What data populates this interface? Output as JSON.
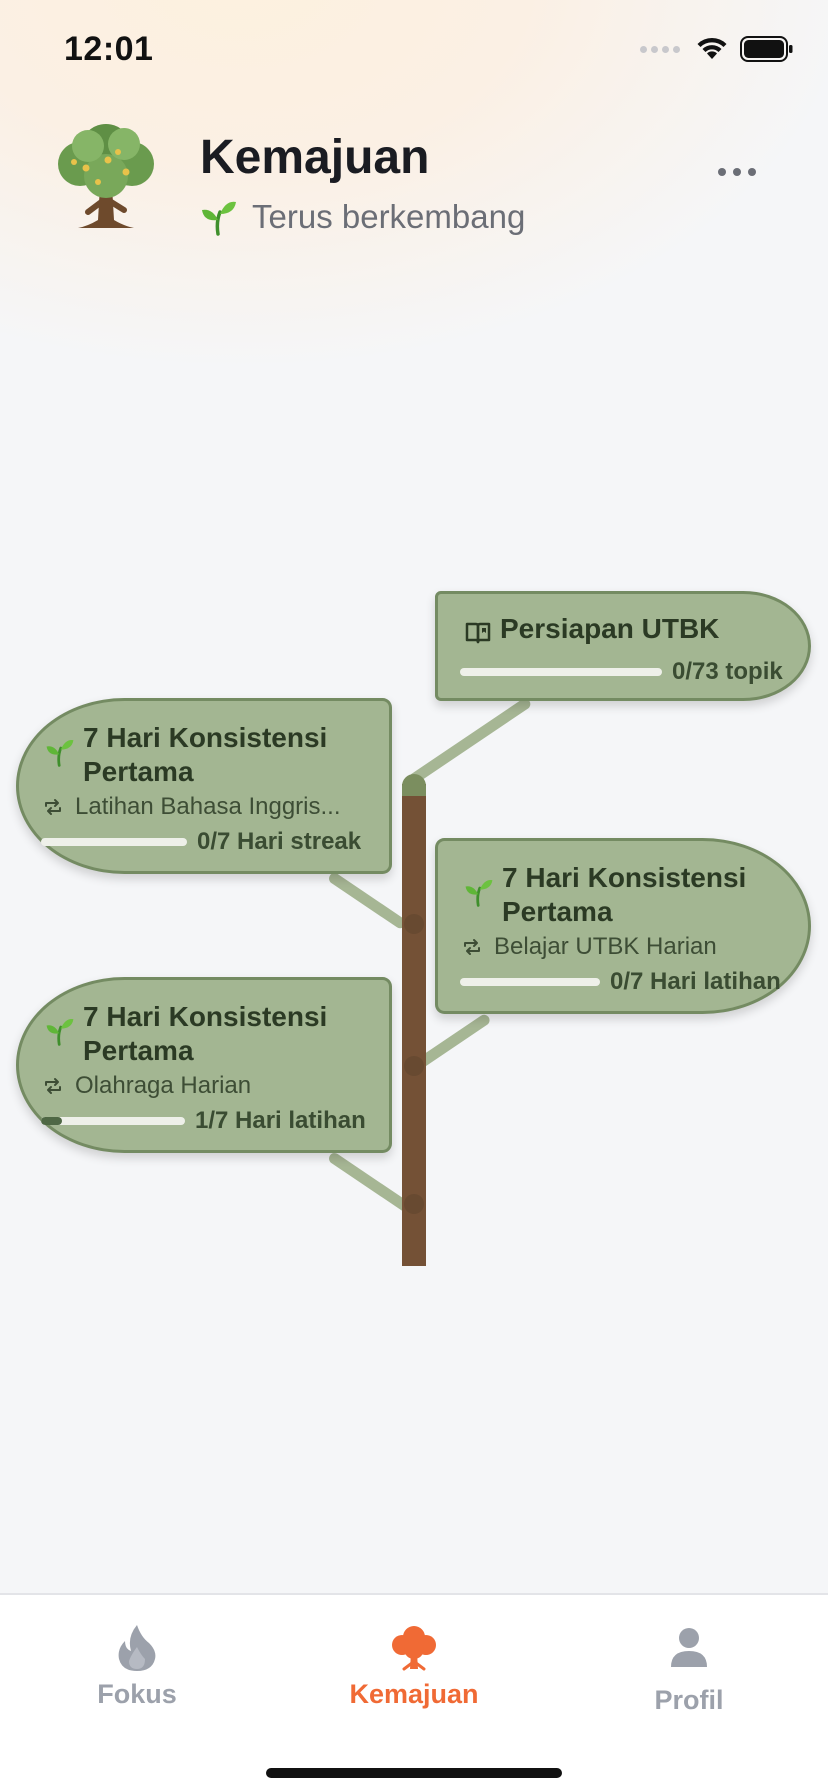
{
  "status_bar": {
    "time": "12:01"
  },
  "header": {
    "title": "Kemajuan",
    "subtitle": "Terus berkembang",
    "avatar_icon": "tree-icon",
    "menu_icon": "more-horizontal-icon"
  },
  "leaves": [
    {
      "icon": "book-icon",
      "title": "Persiapan UTBK",
      "progress_text": "0/73 topik",
      "progress": 0.0
    },
    {
      "icon": "sprout-icon",
      "title": "7 Hari Konsistensi Pertama",
      "subtitle": "Latihan Bahasa Inggris...",
      "sub_icon": "repeat-icon",
      "progress_text": "0/7 Hari streak",
      "progress": 0.0
    },
    {
      "icon": "sprout-icon",
      "title": "7 Hari Konsistensi Pertama",
      "subtitle": "Belajar UTBK Harian",
      "sub_icon": "repeat-icon",
      "progress_text": "0/7 Hari latihan",
      "progress": 0.0
    },
    {
      "icon": "sprout-icon",
      "title": "7 Hari Konsistensi Pertama",
      "subtitle": "Olahraga Harian",
      "sub_icon": "repeat-icon",
      "progress_text": "1/7 Hari latihan",
      "progress": 0.143
    }
  ],
  "tab_bar": {
    "tabs": [
      {
        "label": "Fokus",
        "icon": "flame-icon",
        "active": false
      },
      {
        "label": "Kemajuan",
        "icon": "tree-icon",
        "active": true
      },
      {
        "label": "Profil",
        "icon": "person-icon",
        "active": false
      }
    ]
  },
  "colors": {
    "accent": "#f06a35",
    "inactive": "#9ca1ab",
    "leaf_fill": "#a3b692",
    "leaf_border": "#748b62",
    "trunk": "#745136",
    "branch": "#a6b694"
  }
}
